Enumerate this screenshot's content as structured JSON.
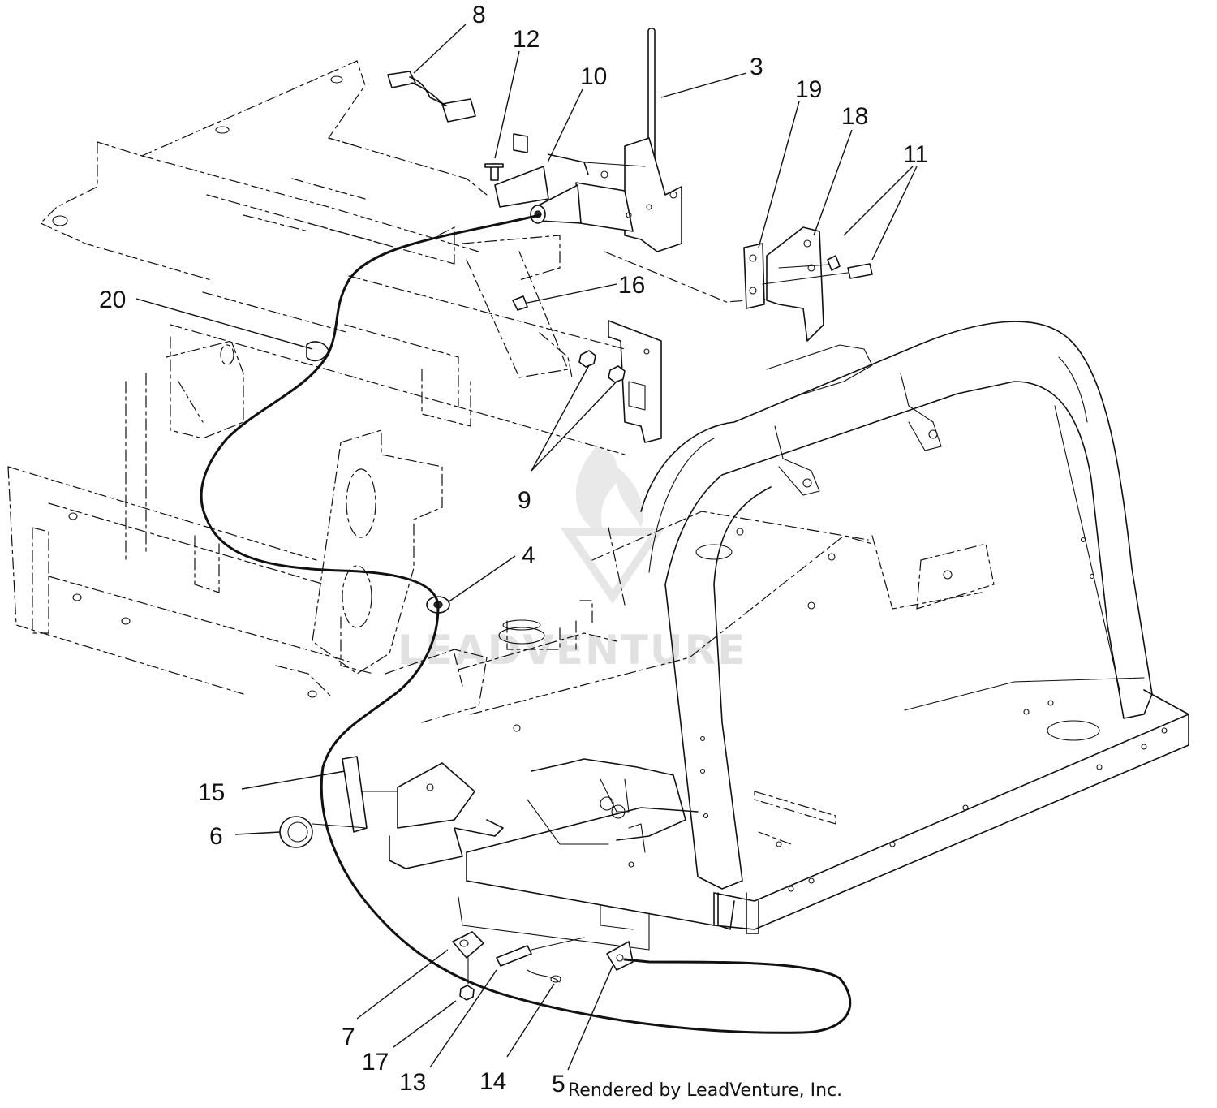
{
  "callouts": [
    {
      "id": "c8",
      "label": "8"
    },
    {
      "id": "c12",
      "label": "12"
    },
    {
      "id": "c10",
      "label": "10"
    },
    {
      "id": "c3",
      "label": "3"
    },
    {
      "id": "c19",
      "label": "19"
    },
    {
      "id": "c18",
      "label": "18"
    },
    {
      "id": "c11",
      "label": "11"
    },
    {
      "id": "c16",
      "label": "16"
    },
    {
      "id": "c20",
      "label": "20"
    },
    {
      "id": "c9",
      "label": "9"
    },
    {
      "id": "c4",
      "label": "4"
    },
    {
      "id": "c15",
      "label": "15"
    },
    {
      "id": "c6",
      "label": "6"
    },
    {
      "id": "c7",
      "label": "7"
    },
    {
      "id": "c17",
      "label": "17"
    },
    {
      "id": "c13",
      "label": "13"
    },
    {
      "id": "c14",
      "label": "14"
    },
    {
      "id": "c5",
      "label": "5"
    }
  ],
  "credit": "Rendered by LeadVenture, Inc.",
  "watermark": "LEADVENTURE"
}
